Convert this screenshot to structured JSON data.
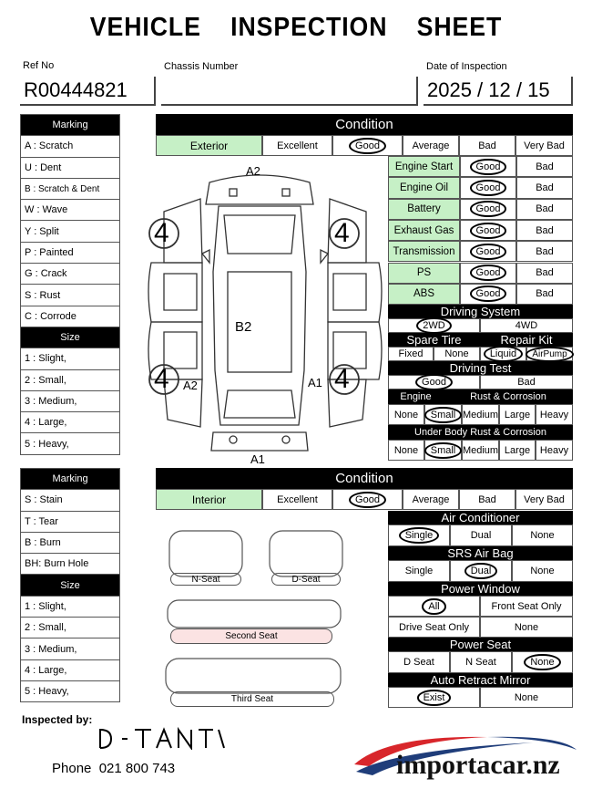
{
  "title": "VEHICLE INSPECTION SHEET",
  "ref": {
    "label": "Ref No",
    "value": "R00444821"
  },
  "chassis": {
    "label": "Chassis Number",
    "value": ""
  },
  "date": {
    "label": "Date of Inspection",
    "value": "2025 / 12 / 15"
  },
  "marking1": {
    "header": "Marking",
    "items": [
      "A : Scratch",
      "U : Dent",
      "B : Scratch & Dent",
      "W : Wave",
      "Y : Split",
      "P : Painted",
      "G : Crack",
      "S : Rust",
      "C : Corrode"
    ]
  },
  "size1": {
    "header": "Size",
    "items": [
      "1 : Slight,",
      "2 : Small,",
      "3 : Medium,",
      "4 : Large,",
      "5 : Heavy,"
    ]
  },
  "condition1": {
    "header": "Condition",
    "label": "Exterior",
    "options": [
      "Excellent",
      "Good",
      "Average",
      "Bad",
      "Very Bad"
    ],
    "selected": "Good"
  },
  "checks": [
    {
      "label": "Engine Start",
      "good": "Good",
      "bad": "Bad"
    },
    {
      "label": "Engine Oil",
      "good": "Good",
      "bad": "Bad"
    },
    {
      "label": "Battery",
      "good": "Good",
      "bad": "Bad"
    },
    {
      "label": "Exhaust Gas",
      "good": "Good",
      "bad": "Bad"
    },
    {
      "label": "Transmission",
      "good": "Good",
      "bad": "Bad"
    },
    {
      "label": "PS",
      "good": "Good",
      "bad": "Bad"
    },
    {
      "label": "ABS",
      "good": "Good",
      "bad": "Bad"
    }
  ],
  "driving_system": {
    "header": "Driving System",
    "options": [
      "2WD",
      "4WD"
    ],
    "selected": "2WD"
  },
  "spare_tire": {
    "header": "Spare Tire",
    "options": [
      "Fixed",
      "None"
    ]
  },
  "repair_kit": {
    "header": "Repair Kit",
    "options": [
      "Liquid",
      "AirPump"
    ],
    "selected": [
      "Liquid",
      "AirPump"
    ]
  },
  "driving_test": {
    "header": "Driving Test",
    "options": [
      "Good",
      "Bad"
    ],
    "selected": "Good"
  },
  "engine_rust": {
    "header_left": "Engine",
    "header_right": "Rust & Corrosion",
    "options": [
      "None",
      "Small",
      "Medium",
      "Large",
      "Heavy"
    ],
    "selected": "Small"
  },
  "underbody": {
    "header": "Under Body Rust & Corrosion",
    "options": [
      "None",
      "Small",
      "Medium",
      "Large",
      "Heavy"
    ],
    "selected": "Small"
  },
  "diagram_marks": {
    "top": "A2",
    "center": "B2",
    "left_wheel": "A2",
    "right_wheel": "A1",
    "bottom": "A1",
    "wheel_size": "4"
  },
  "marking2": {
    "header": "Marking",
    "items": [
      "S : Stain",
      "T : Tear",
      "B : Burn",
      "BH: Burn Hole"
    ]
  },
  "size2": {
    "header": "Size",
    "items": [
      "1 : Slight,",
      "2 : Small,",
      "3 : Medium,",
      "4 : Large,",
      "5 : Heavy,"
    ]
  },
  "condition2": {
    "header": "Condition",
    "label": "Interior",
    "options": [
      "Excellent",
      "Good",
      "Average",
      "Bad",
      "Very Bad"
    ],
    "selected": "Good"
  },
  "air_conditioner": {
    "header": "Air Conditioner",
    "options": [
      "Single",
      "Dual",
      "None"
    ],
    "selected": "Single"
  },
  "srs_air_bag": {
    "header": "SRS Air Bag",
    "options": [
      "Single",
      "Dual",
      "None"
    ],
    "selected": "Dual"
  },
  "power_window": {
    "header": "Power Window",
    "options": [
      "All",
      "Front Seat Only",
      "Drive Seat Only",
      "None"
    ],
    "selected": "All"
  },
  "power_seat": {
    "header": "Power Seat",
    "options": [
      "D Seat",
      "N Seat",
      "None"
    ],
    "selected": "None"
  },
  "auto_retract_mirror": {
    "header": "Auto Retract Mirror",
    "options": [
      "Exist",
      "None"
    ],
    "selected": "Exist"
  },
  "seats": {
    "n_seat": "N-Seat",
    "d_seat": "D-Seat",
    "second": "Second Seat",
    "third": "Third Seat"
  },
  "inspected_by": {
    "label": "Inspected by:"
  },
  "phone": {
    "label": "Phone",
    "value": "021 800 743"
  },
  "logo": {
    "text": "importacar.nz",
    "colors": {
      "red": "#d8262b",
      "blue": "#1f3d7a"
    }
  }
}
